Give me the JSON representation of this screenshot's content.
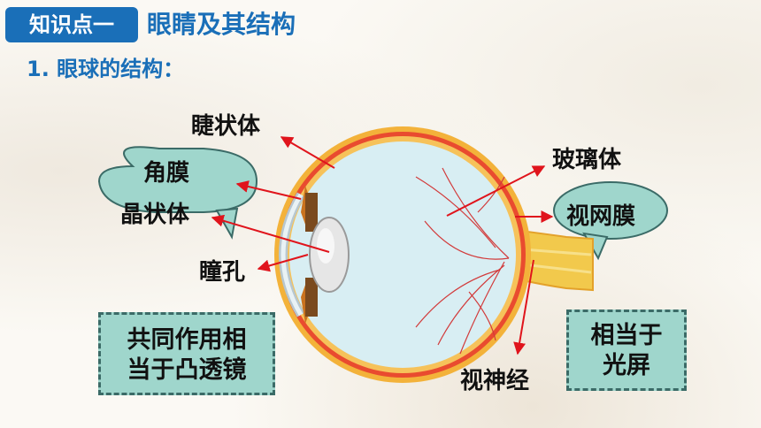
{
  "header": {
    "tag": "知识点一",
    "title": "眼睛及其结构"
  },
  "subtitle": "1. 眼球的结构：",
  "labels": {
    "ciliary": "睫状体",
    "cornea": "角膜",
    "lens": "晶状体",
    "pupil": "瞳孔",
    "vitreous": "玻璃体",
    "retina": "视网膜",
    "optic_nerve": "视神经"
  },
  "notes": {
    "lens_note_line1": "共同作用相",
    "lens_note_line2": "当于凸透镜",
    "retina_note_line1": "相当于",
    "retina_note_line2": "光屏"
  },
  "colors": {
    "accent": "#1a6fb8",
    "arrow": "#e0141c",
    "bubble": "#9fd6cc"
  }
}
